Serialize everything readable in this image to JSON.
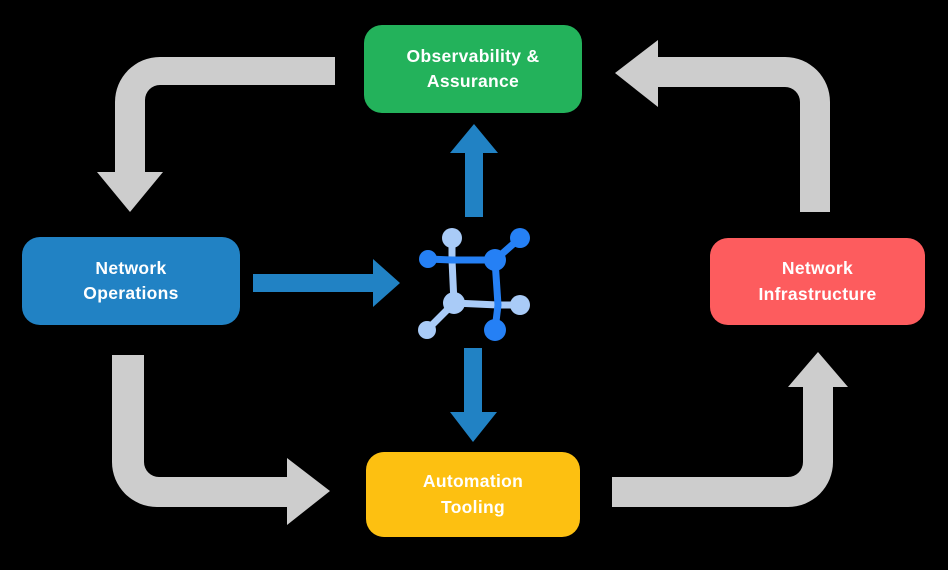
{
  "diagram": {
    "background": "#000000",
    "text_color": "#FFFFFF",
    "nodes": [
      {
        "id": "observability-assurance",
        "label": "Observability &\nAssurance",
        "color": "#23B25B"
      },
      {
        "id": "network-operations",
        "label": "Network\nOperations",
        "color": "#2182C4"
      },
      {
        "id": "network-infrastructure",
        "label": "Network\nInfrastructure",
        "color": "#FD5C5E"
      },
      {
        "id": "automation-tooling",
        "label": "Automation\nTooling",
        "color": "#FDC011"
      }
    ],
    "center_icon": {
      "name": "network-mesh-icon",
      "color_primary": "#2580F5",
      "color_secondary": "#A9CBF7"
    },
    "arrows": {
      "gray_color": "#CDCDCD",
      "blue_color": "#2182C4",
      "flow_edges_gray": [
        {
          "from": "Observability & Assurance",
          "to": "Network Operations"
        },
        {
          "from": "Network Operations",
          "to": "Automation Tooling"
        },
        {
          "from": "Automation Tooling",
          "to": "Network Infrastructure"
        },
        {
          "from": "Network Infrastructure",
          "to": "Observability & Assurance"
        }
      ],
      "flow_edges_blue": [
        {
          "from": "Network Operations",
          "to": "center-icon"
        },
        {
          "from": "center-icon",
          "to": "Observability & Assurance"
        },
        {
          "from": "center-icon",
          "to": "Automation Tooling"
        }
      ]
    }
  }
}
